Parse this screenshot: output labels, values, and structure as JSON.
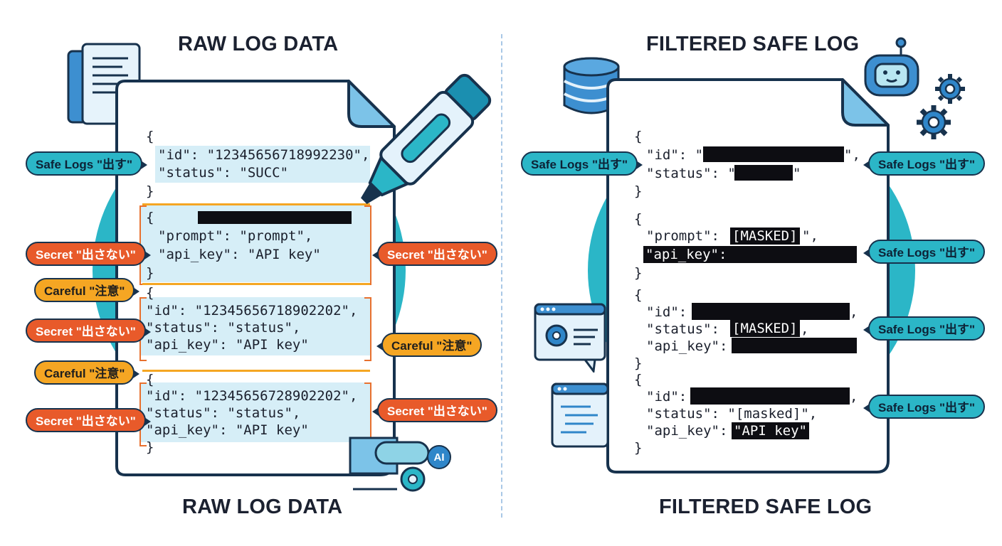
{
  "left": {
    "title_top": "RAW LOG DATA",
    "title_bottom": "RAW LOG DATA",
    "block1": {
      "open": "{",
      "id_line": "\"id\": \"12345656718992230\",",
      "status_line": "\"status\": \"SUCC\"",
      "close": "}"
    },
    "block2": {
      "open": "{",
      "prompt_line": "\"prompt\": \"prompt\",",
      "api_line": "\"api_key\": \"API key\"",
      "close": "}"
    },
    "block3": {
      "open": "{",
      "id_line": "\"id\": \"12345656718902202\",",
      "status_line": "\"status\": \"status\",",
      "api_line": "\"api_key\": \"API key\""
    },
    "block4": {
      "open": "{",
      "id_line": "\"id\": \"12345656728902202\",",
      "status_line": "\"status\": \"status\",",
      "api_line": "\"api_key\": \"API key\"",
      "close": "}"
    },
    "labels": {
      "safe_1": "Safe Logs \"出す\"",
      "secret_left_1": "Secret \"出さない\"",
      "secret_right_1": "Secret \"出さない\"",
      "careful_1": "Careful \"注意\"",
      "secret_left_2": "Secret \"出さない\"",
      "careful_right": "Careful \"注意\"",
      "careful_2": "Careful \"注意\"",
      "secret_left_3": "Secret \"出さない\"",
      "secret_right_2": "Secret \"出さない\""
    },
    "ai_badge": "AI"
  },
  "right": {
    "title_top": "FILTERED SAFE LOG",
    "title_bottom": "FILTERED SAFE LOG",
    "block1": {
      "open": "{",
      "id_prefix": "\"id\": \"",
      "id_suffix": "\",",
      "status_prefix": "\"status\": \"",
      "status_suffix": "\"",
      "close": "}"
    },
    "block2": {
      "open": "{",
      "prompt_prefix": "\"prompt\": ",
      "prompt_masked": "[MASKED]",
      "prompt_suffix": "\",",
      "api_masked": "\"api_key\":",
      "close": "}"
    },
    "block3": {
      "open": "{",
      "id_prefix": "\"id\": ",
      "id_suffix": ",",
      "status_prefix": "\"status\": ",
      "status_masked": "[MASKED]",
      "status_suffix": ",",
      "api_prefix": "\"api_key\":",
      "close": "}"
    },
    "block4": {
      "open": "{",
      "id_prefix": "\"id\": ",
      "id_suffix": ",",
      "status_line": "\"status\": \"[masked]\",",
      "api_prefix": "\"api_key\": ",
      "api_masked": "\"API key\"",
      "close": "}"
    },
    "labels": {
      "safe_left": "Safe Logs \"出す\"",
      "safe_right_1": "Safe Logs \"出す\"",
      "safe_right_2": "Safe Logs \"出す\"",
      "safe_right_3": "Safe Logs \"出す\"",
      "safe_right_4": "Safe Logs \"出す\""
    }
  },
  "colors": {
    "outline": "#17324d",
    "teal": "#2bb6c7",
    "secret": "#e85a2a",
    "careful": "#f5a623",
    "highlight": "#d6eef7",
    "redaction": "#0d0d12"
  },
  "icons": [
    "document-stack-icon",
    "marker-pen-icon",
    "database-icon",
    "robot-icon",
    "gear-icon",
    "settings-window-icon",
    "code-window-icon",
    "scroll-icon"
  ]
}
